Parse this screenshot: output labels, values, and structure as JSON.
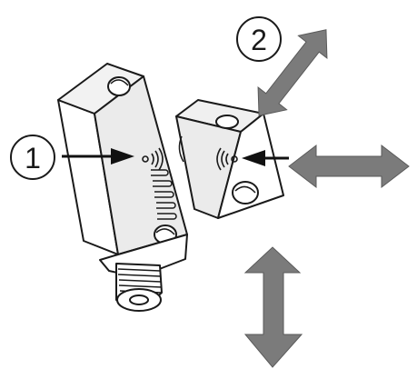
{
  "callouts": [
    {
      "number": "1"
    },
    {
      "number": "2"
    }
  ],
  "colors": {
    "outline": "#1a1a1a",
    "body_fill": "#ffffff",
    "body_shade": "#e6e6e6",
    "arrow_gray": "#7b7b7b",
    "black_arrow": "#111111"
  },
  "icons": [
    "sensor-wave-icon",
    "actuator-wave-icon"
  ],
  "parts": [
    "sensor-body",
    "actuator-block",
    "threaded-connector"
  ],
  "directions": [
    "double-arrow-diagonal",
    "double-arrow-horizontal",
    "double-arrow-vertical"
  ]
}
